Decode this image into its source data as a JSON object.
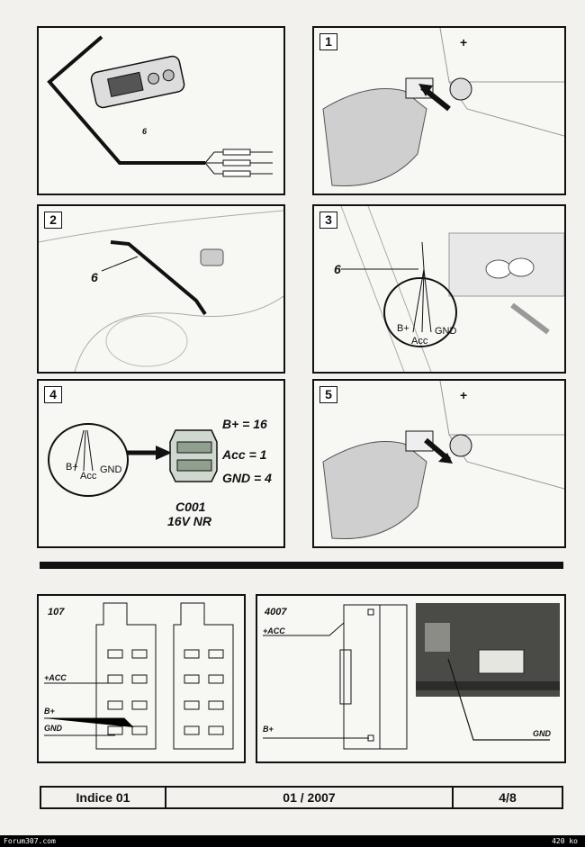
{
  "panel_a": {
    "wire_label": "6"
  },
  "panel_1": {
    "step": "1",
    "plus": "+"
  },
  "panel_2": {
    "step": "2",
    "wire_label": "6"
  },
  "panel_3": {
    "step": "3",
    "wire_label": "6",
    "bplus": "B+",
    "acc": "Acc",
    "gnd": "GND"
  },
  "panel_4": {
    "step": "4",
    "bplus": "B+",
    "acc": "Acc",
    "gnd": "GND",
    "pins": [
      "B+ = 16",
      "Acc = 1",
      "GND = 4"
    ],
    "connector_code": "C001",
    "connector_desc": "16V NR"
  },
  "panel_5": {
    "step": "5",
    "plus": "+"
  },
  "panel_107": {
    "title": "107",
    "acc": "+ACC",
    "bplus": "B+",
    "gnd": "GND"
  },
  "panel_4007": {
    "title": "4007",
    "acc": "+ACC",
    "bplus": "B+",
    "gnd": "GND"
  },
  "footer": {
    "indice": "Indice 01",
    "date": "01 / 2007",
    "page": "4/8"
  },
  "watermark": {
    "left": "Forum307.com",
    "right": "420 ko"
  }
}
